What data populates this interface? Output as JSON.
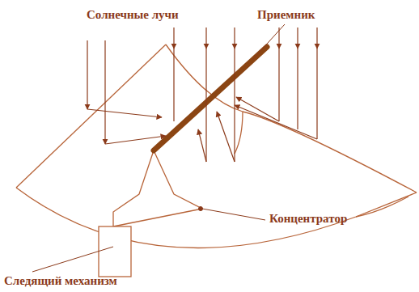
{
  "diagram": {
    "labels": [
      "Солнечные лучи",
      "Приемник",
      "Концентратор",
      "Следящий механизм"
    ]
  }
}
